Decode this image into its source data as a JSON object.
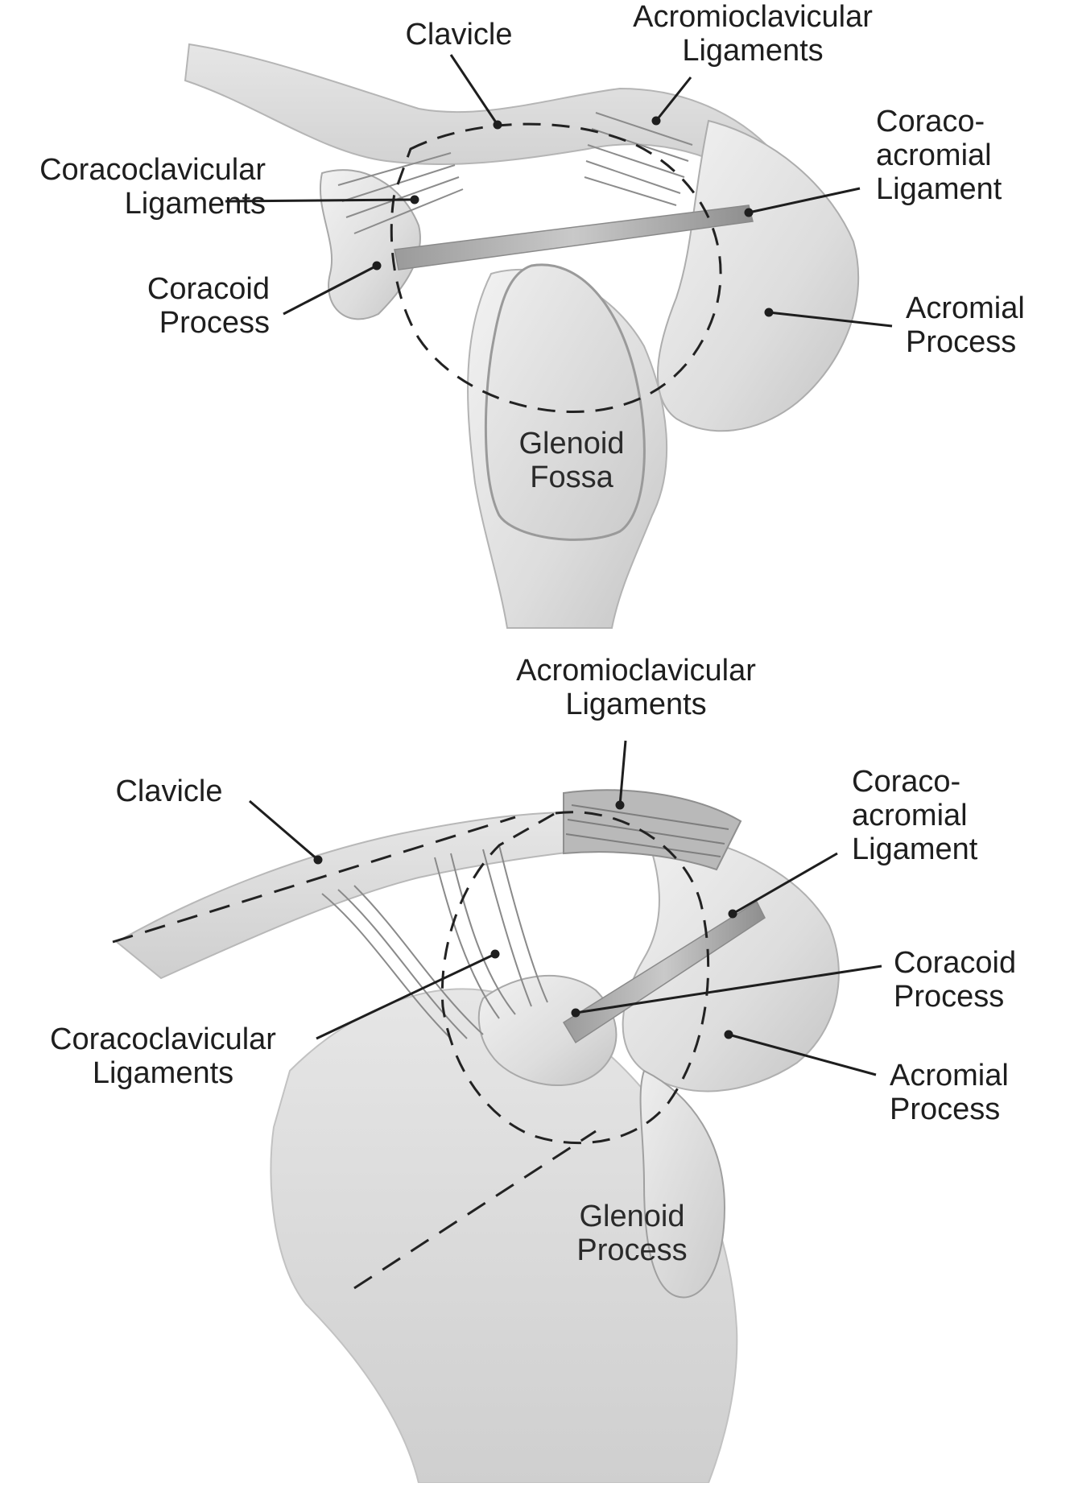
{
  "top_view": {
    "clavicle": "Clavicle",
    "acromioclavicular": [
      "Acromioclavicular",
      "Ligaments"
    ],
    "coracoacromial": [
      "Coraco-",
      "acromial",
      "Ligament"
    ],
    "coracoclavicular": [
      "Coracoclavicular",
      "Ligaments"
    ],
    "coracoid": [
      "Coracoid",
      "Process"
    ],
    "acromial": [
      "Acromial",
      "Process"
    ],
    "glenoid": [
      "Glenoid",
      "Fossa"
    ]
  },
  "bottom_view": {
    "acromioclavicular": [
      "Acromioclavicular",
      "Ligaments"
    ],
    "clavicle": "Clavicle",
    "coracoacromial": [
      "Coraco-",
      "acromial",
      "Ligament"
    ],
    "coracoid": [
      "Coracoid",
      "Process"
    ],
    "coracoclavicular": [
      "Coracoclavicular",
      "Ligaments"
    ],
    "acromial": [
      "Acromial",
      "Process"
    ],
    "glenoid": [
      "Glenoid",
      "Process"
    ]
  }
}
